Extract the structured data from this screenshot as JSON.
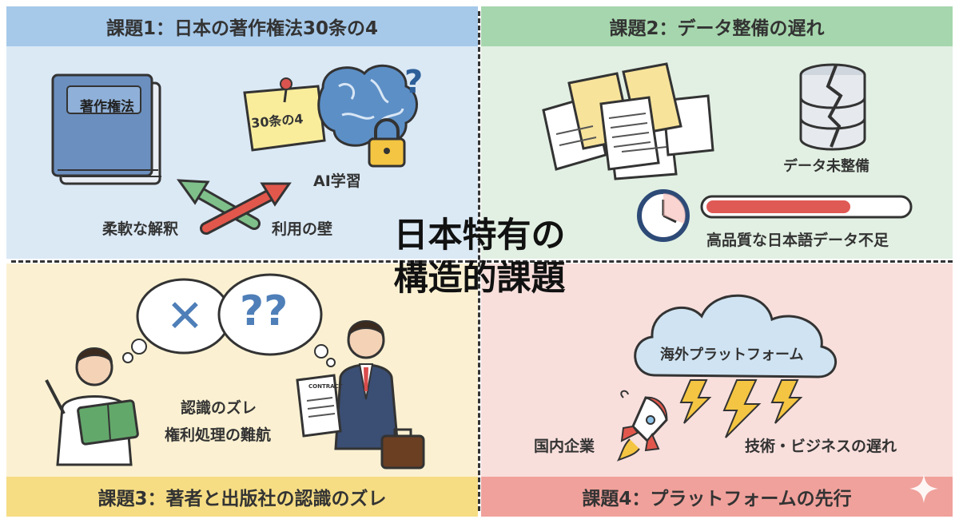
{
  "center_title": {
    "line1": "日本特有の",
    "line2": "構造的課題"
  },
  "q1": {
    "header": "課題1：日本の著作権法30条の4",
    "book_label": "著作権法",
    "note_label": "30条の4",
    "question_mark": "?",
    "ai_label": "AI学習",
    "flex_label": "柔軟な解釈",
    "barrier_label": "利用の壁",
    "colors": {
      "band": "#a6c9ea",
      "bg": "#dbe9f5",
      "book": "#6b8fbf",
      "brain": "#5c8fc6"
    }
  },
  "q2": {
    "header": "課題2：データ整備の遅れ",
    "db_label": "データ未整備",
    "progress_label": "高品質な日本語データ不足",
    "progress_fraction": 0.72,
    "colors": {
      "band": "#a6d6ad",
      "bg": "#e2f0e3",
      "progress": "#e05a55",
      "paper": "#f7e39a"
    }
  },
  "q3": {
    "header": "課題3：著者と出版社の認識のズレ",
    "bubble_left_symbol": "✕",
    "bubble_right_symbol": "??",
    "line1": "認識のズレ",
    "line2": "権利処理の難航",
    "contract_label": "CONTRACT",
    "colors": {
      "band": "#f6dd84",
      "bg": "#fbf1d2",
      "book": "#63a86b",
      "suit": "#3b4e73"
    }
  },
  "q4": {
    "header": "課題4：プラットフォームの先行",
    "cloud_label": "海外プラットフォーム",
    "rocket_label": "国内企業",
    "lag_label": "技術・ビジネスの遅れ",
    "colors": {
      "band": "#f0a19b",
      "bg": "#f8dfdc",
      "cloud": "#cfe3f2",
      "bolt": "#f4c542",
      "rocket": "#e2574c"
    }
  }
}
